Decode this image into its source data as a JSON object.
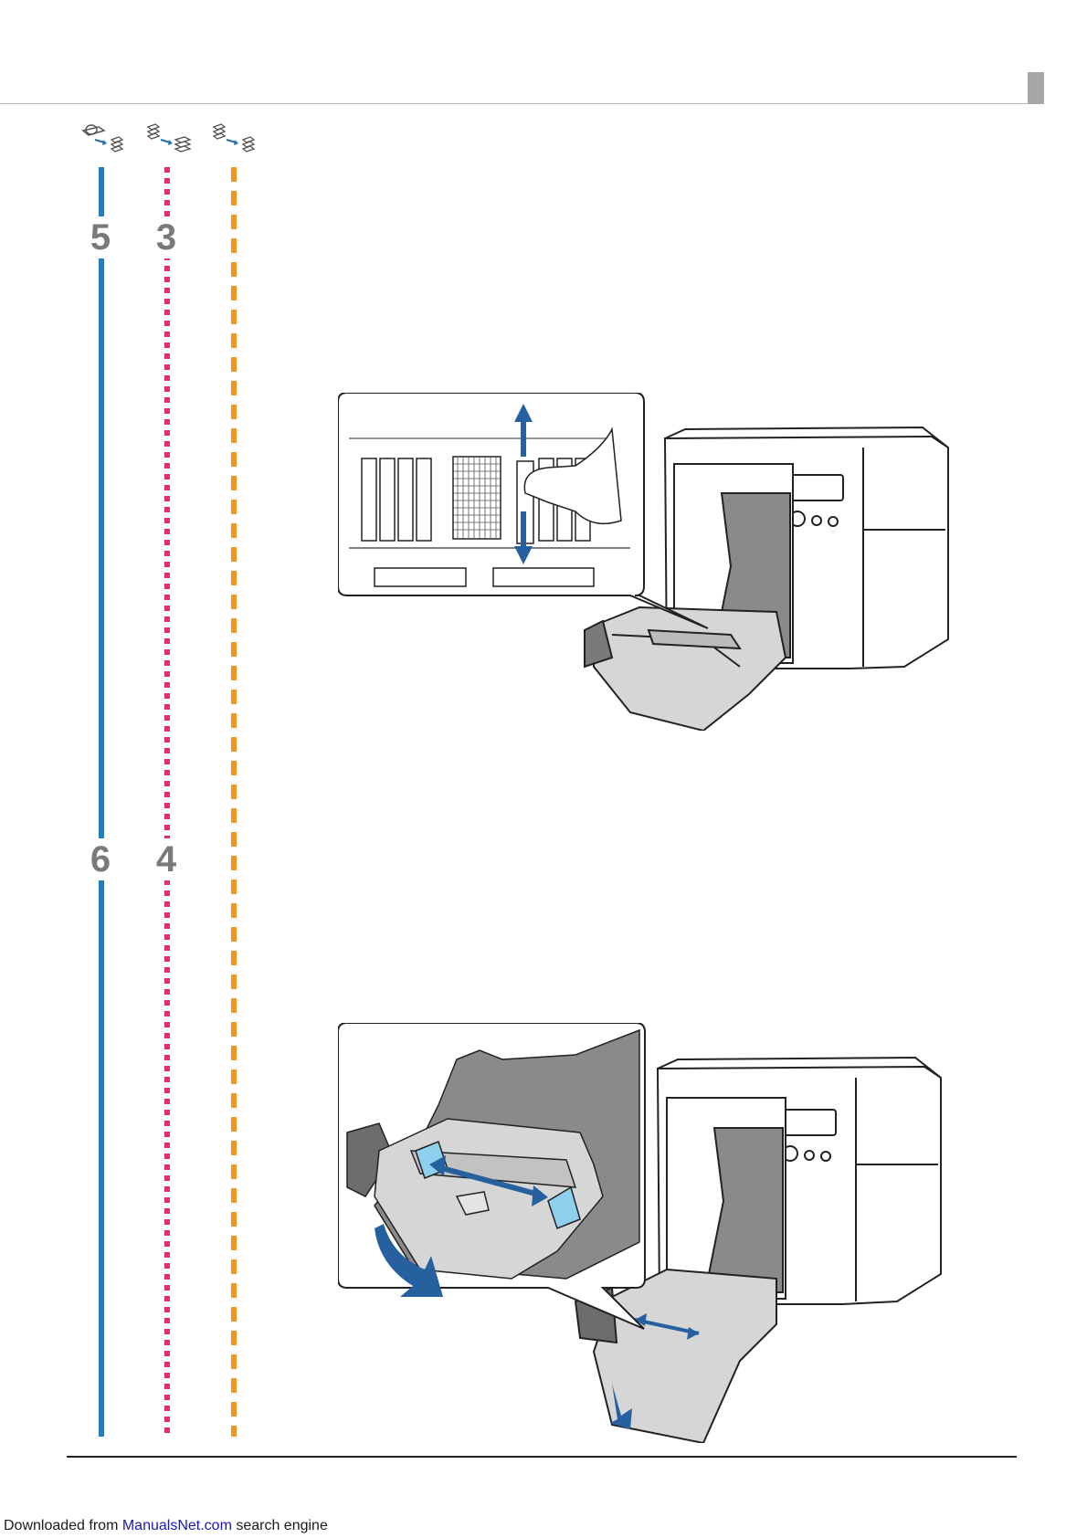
{
  "page": {
    "icons": [
      {
        "name": "roll-to-fanfold-icon"
      },
      {
        "name": "fanfold-to-roll-icon"
      },
      {
        "name": "fanfold-to-fanfold-icon"
      }
    ],
    "steps_top": [
      "5",
      "3"
    ],
    "steps_bottom": [
      "6",
      "4"
    ],
    "colors": {
      "solid_line": "#1d7fbf",
      "dotted_line": "#e2306f",
      "dashed_line": "#f2961e",
      "step_number": "#7a7a7a",
      "guide_highlight": "#8fd0ef",
      "arrow": "#27609f"
    }
  },
  "footer": {
    "prefix": "Downloaded from ",
    "link": "ManualsNet.com",
    "suffix": " search engine"
  }
}
